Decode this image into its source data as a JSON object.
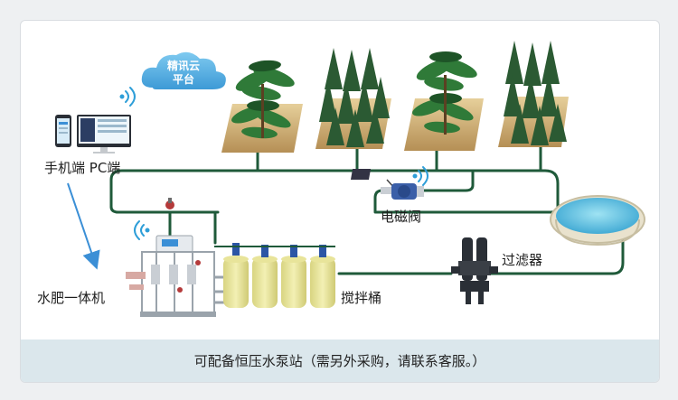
{
  "cloud": {
    "line1": "精讯云",
    "line2": "平台"
  },
  "labels": {
    "devices": "手机端 PC端",
    "valve": "电磁阀",
    "filter": "过滤器",
    "fertigation": "水肥一体机",
    "tanks": "搅拌桶"
  },
  "caption": "可配备恒压水泵站（需另外采购，请联系客服。）",
  "colors": {
    "pipe": "#1f5a3a",
    "arrow": "#3b8fd6",
    "cloud": "#5cb6e6",
    "tank": "#e8e49a",
    "valve": "#3b5fa8",
    "pool_water": "#5fc0e0",
    "wifi": "#2e9ed8"
  }
}
